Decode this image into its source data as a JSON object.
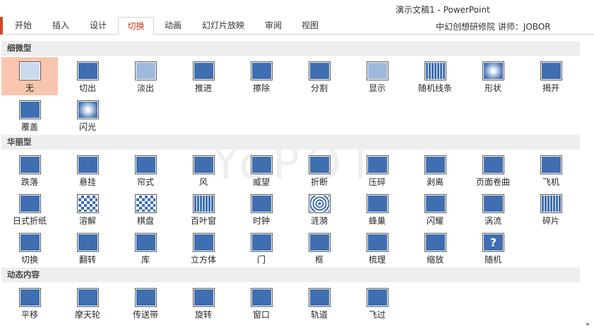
{
  "window": {
    "title": "演示文稿1 - PowerPoint"
  },
  "ribbon": {
    "tabs": [
      "开始",
      "插入",
      "设计",
      "切换",
      "动画",
      "幻灯片放映",
      "审阅",
      "视图"
    ],
    "active_tab": "切换",
    "user": "中幻创想研修院 讲师：JOBOR"
  },
  "watermark": "YoPOT",
  "colors": {
    "accent": "#d24726",
    "active_tab_text": "#c43e1c",
    "selected_bg": "#f8c6ae",
    "thumb_blue": "#3f6fb0",
    "section_bg": "#eeeeee"
  },
  "sections": [
    {
      "title": "细微型",
      "items": [
        {
          "label": "无",
          "icon": "none-transition-icon",
          "selected": true
        },
        {
          "label": "切出",
          "icon": "cut-transition-icon"
        },
        {
          "label": "淡出",
          "icon": "fade-transition-icon"
        },
        {
          "label": "推进",
          "icon": "push-transition-icon"
        },
        {
          "label": "擦除",
          "icon": "wipe-transition-icon"
        },
        {
          "label": "分割",
          "icon": "split-transition-icon"
        },
        {
          "label": "显示",
          "icon": "reveal-transition-icon"
        },
        {
          "label": "随机线条",
          "icon": "random-bars-transition-icon"
        },
        {
          "label": "形状",
          "icon": "shape-transition-icon"
        },
        {
          "label": "揭开",
          "icon": "uncover-transition-icon"
        },
        {
          "label": "覆盖",
          "icon": "cover-transition-icon"
        },
        {
          "label": "闪光",
          "icon": "flash-transition-icon"
        }
      ]
    },
    {
      "title": "华丽型",
      "items": [
        {
          "label": "跌落",
          "icon": "fall-over-transition-icon"
        },
        {
          "label": "悬挂",
          "icon": "drape-transition-icon"
        },
        {
          "label": "帘式",
          "icon": "curtains-transition-icon"
        },
        {
          "label": "风",
          "icon": "wind-transition-icon"
        },
        {
          "label": "威望",
          "icon": "prestige-transition-icon"
        },
        {
          "label": "折断",
          "icon": "fracture-transition-icon"
        },
        {
          "label": "压碎",
          "icon": "crush-transition-icon"
        },
        {
          "label": "剥离",
          "icon": "peel-off-transition-icon"
        },
        {
          "label": "页面卷曲",
          "icon": "page-curl-transition-icon"
        },
        {
          "label": "飞机",
          "icon": "airplane-transition-icon"
        },
        {
          "label": "日式折纸",
          "icon": "origami-transition-icon"
        },
        {
          "label": "溶解",
          "icon": "dissolve-transition-icon"
        },
        {
          "label": "棋盘",
          "icon": "checkerboard-transition-icon"
        },
        {
          "label": "百叶窗",
          "icon": "blinds-transition-icon"
        },
        {
          "label": "时钟",
          "icon": "clock-transition-icon"
        },
        {
          "label": "涟漪",
          "icon": "ripple-transition-icon"
        },
        {
          "label": "蜂巢",
          "icon": "honeycomb-transition-icon"
        },
        {
          "label": "闪耀",
          "icon": "glitter-transition-icon"
        },
        {
          "label": "涡流",
          "icon": "vortex-transition-icon"
        },
        {
          "label": "碎片",
          "icon": "shred-transition-icon"
        },
        {
          "label": "切换",
          "icon": "switch-transition-icon"
        },
        {
          "label": "翻转",
          "icon": "flip-transition-icon"
        },
        {
          "label": "库",
          "icon": "gallery-transition-icon"
        },
        {
          "label": "立方体",
          "icon": "cube-transition-icon"
        },
        {
          "label": "门",
          "icon": "doors-transition-icon"
        },
        {
          "label": "框",
          "icon": "box-transition-icon"
        },
        {
          "label": "梳理",
          "icon": "comb-transition-icon"
        },
        {
          "label": "缩放",
          "icon": "zoom-transition-icon"
        },
        {
          "label": "随机",
          "icon": "random-transition-icon"
        }
      ]
    },
    {
      "title": "动态内容",
      "items": [
        {
          "label": "平移",
          "icon": "pan-transition-icon"
        },
        {
          "label": "摩天轮",
          "icon": "ferris-wheel-transition-icon"
        },
        {
          "label": "传送带",
          "icon": "conveyor-transition-icon"
        },
        {
          "label": "旋转",
          "icon": "rotate-transition-icon"
        },
        {
          "label": "窗口",
          "icon": "window-transition-icon"
        },
        {
          "label": "轨道",
          "icon": "orbit-transition-icon"
        },
        {
          "label": "飞过",
          "icon": "fly-through-transition-icon"
        }
      ]
    }
  ]
}
